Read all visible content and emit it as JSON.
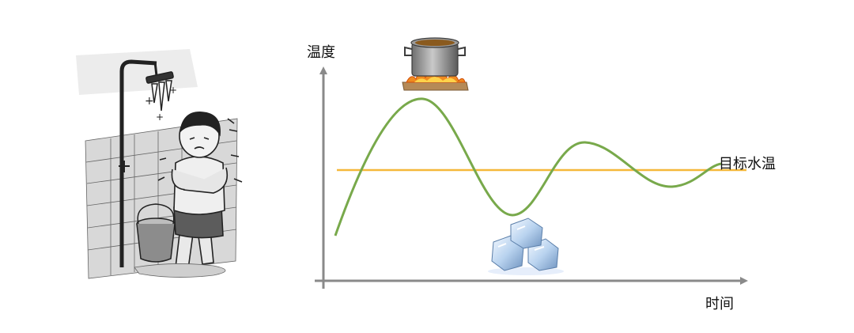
{
  "axes": {
    "y_label": "温度",
    "x_label": "时间"
  },
  "target_line": {
    "label": "目标水温",
    "color": "#f5b83a"
  },
  "curve": {
    "color": "#78a94b",
    "description_free": true
  },
  "illustrations": {
    "left": "person-shivering-under-shower",
    "top": "pot-on-fire",
    "bottom": "ice-cubes"
  },
  "colors": {
    "axis": "#8a8a8a",
    "text": "#111111"
  }
}
